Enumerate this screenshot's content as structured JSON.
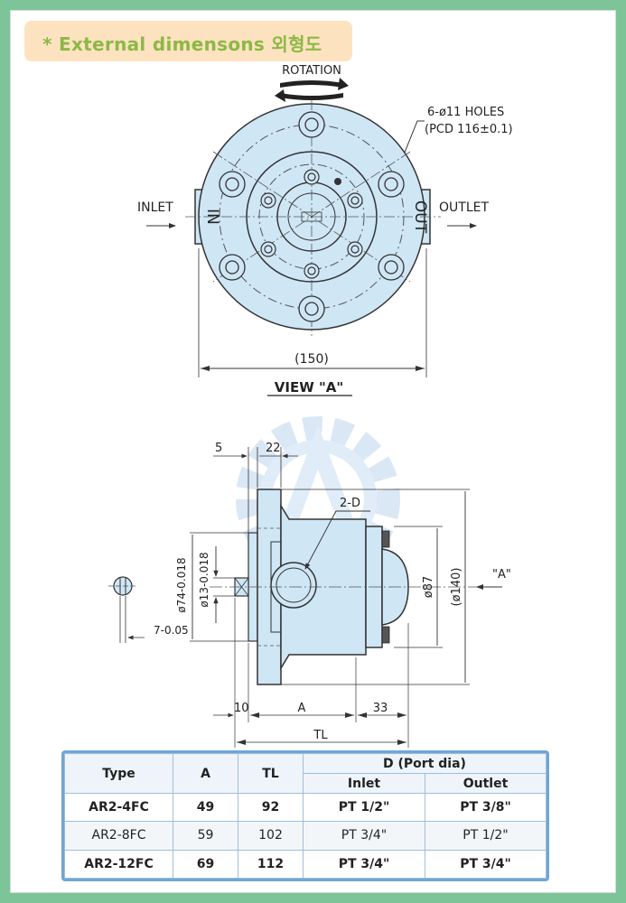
{
  "banner": {
    "title": "* External dimensons 외형도"
  },
  "view_a": {
    "rotation": "ROTATION",
    "holes": "6-ø11 HOLES",
    "pcd": "(PCD 116±0.1)",
    "inlet": "INLET",
    "outlet": "OUTLET",
    "in_mark": "IN",
    "out_mark": "OUT",
    "width_dim": "(150)",
    "caption": "VIEW \"A\""
  },
  "side_view": {
    "dim_5": "5",
    "dim_22": "22",
    "port": "2-D",
    "dia_74": "ø74-0.018",
    "dia_13": "ø13-0.018",
    "dia_87": "ø87",
    "dia_140": "(ø140)",
    "view_arrow": "\"A\"",
    "key": "7-0.05",
    "dim_10": "10",
    "dim_A": "A",
    "dim_33": "33",
    "dim_TL": "TL"
  },
  "table": {
    "headers": {
      "type": "Type",
      "a": "A",
      "tl": "TL",
      "d": "D (Port dia)",
      "inlet": "Inlet",
      "outlet": "Outlet"
    },
    "rows": [
      {
        "type": "AR2-4FC",
        "a": "49",
        "tl": "92",
        "inlet": "PT 1/2\"",
        "outlet": "PT 3/8\""
      },
      {
        "type": "AR2-8FC",
        "a": "59",
        "tl": "102",
        "inlet": "PT 3/4\"",
        "outlet": "PT 1/2\""
      },
      {
        "type": "AR2-12FC",
        "a": "69",
        "tl": "112",
        "inlet": "PT 3/4\"",
        "outlet": "PT 3/4\""
      }
    ]
  }
}
